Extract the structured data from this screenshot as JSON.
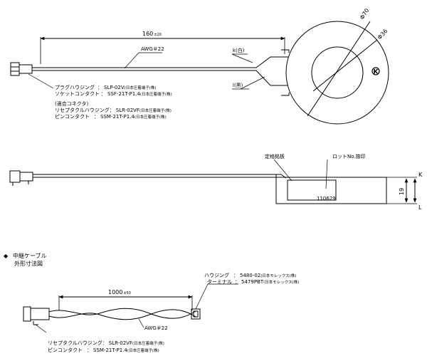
{
  "top": {
    "length_dim": "160",
    "length_tol": "±20",
    "diameter_outer": "Φ70",
    "diameter_inner": "Φ36",
    "wire_gauge": "AWG＃22",
    "lead_k": "k(白)",
    "lead_l": "l(黒)",
    "polarity_mark": "K",
    "plug_housing_label": "プラグハウジング",
    "plug_housing_value": "SLP-02V",
    "plug_housing_maker": "(日本圧着端子(株)",
    "socket_contact_label": "ソケットコンタクト",
    "socket_contact_value": "SSF-21T-P1.4",
    "socket_contact_maker": "(日本圧着端子(株)",
    "mating_title": "(適合コネクタ)",
    "receptacle_label": "リセプタクルハウジング",
    "receptacle_value": "SLR-02VF",
    "receptacle_maker": "(日本圧着端子(株)",
    "pin_contact_label": "ピンコンタクト",
    "pin_contact_value": "SSM-21T-P1.4",
    "pin_contact_maker": "(日本圧着端子(株)"
  },
  "side": {
    "nameplate_label": "定格銘板",
    "lot_label": "ロットNo.捺印",
    "lot_number": "110629",
    "thickness_dim": "19",
    "side_k": "K",
    "side_l": "L"
  },
  "cable": {
    "section_marker": "◆",
    "section_title_1": "中継ケーブル",
    "section_title_2": "外形寸法図",
    "length_dim": "1000",
    "length_tol": "±50",
    "wire_gauge": "AWG＃22",
    "housing_label": "ハウジング",
    "housing_value": "5480-02",
    "housing_maker": "(日本モレックス(株)",
    "terminal_label": "ターミナル",
    "terminal_value": "5479PBT",
    "terminal_maker": "(日本モレックス(株)",
    "receptacle_label": "リセプタクルハウジング",
    "receptacle_value": "SLR-02VF",
    "receptacle_maker": "(日本圧着端子(株)",
    "pin_contact_label": "ピンコンタクト",
    "pin_contact_value": "SSM-21T-P1.4",
    "pin_contact_maker": "(日本圧着端子(株)"
  }
}
